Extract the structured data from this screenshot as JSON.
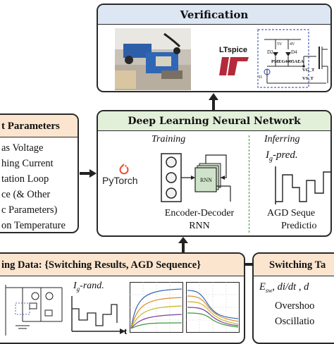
{
  "verification": {
    "title": "Verification",
    "ltspice_logo": "LTspice",
    "schematic": {
      "d2": "D2",
      "d4": "D4",
      "v5": "5V",
      "v4": "4V",
      "part": "PMEG4005AEA",
      "i1": "I1",
      "vgt": "VG_T",
      "vst": "VS_T"
    }
  },
  "input_params": {
    "title": "t Parameters",
    "items": [
      "as Voltage",
      "hing Current",
      "tation Loop",
      "ce (& Other",
      "c Parameters)",
      "on Temperature"
    ]
  },
  "dlnn": {
    "title": "Deep Learning Neural Network",
    "training_label": "Training",
    "inferring_label": "Inferring",
    "rnn_label": "RNN",
    "framework": "PyTorch",
    "encoder_label_1": "Encoder-Decoder",
    "encoder_label_2": "RNN",
    "ig_pred": "I",
    "ig_pred_sub": "g",
    "ig_pred_suffix": "-pred.",
    "agd_label_1": "AGD Seque",
    "agd_label_2": "Predictio"
  },
  "training_data": {
    "title": "ing Data: {Switching Results, AGD Sequence}",
    "ig_rand": "I",
    "ig_rand_sub": "g",
    "ig_rand_suffix": "-rand.",
    "t_axis": "t"
  },
  "switching": {
    "title": "Switching Ta",
    "line1": "E",
    "line1_sub": "sw",
    "line1_rest": ", di/dt , d",
    "line2": "Overshoo",
    "line3": "Oscillatio"
  },
  "colors": {
    "header_blue": "#dde6f3",
    "header_green": "#e2efd9",
    "header_orange": "#fbe5cf",
    "accent_red": "#b52a3a",
    "pytorch_orange": "#ee4c2c"
  }
}
